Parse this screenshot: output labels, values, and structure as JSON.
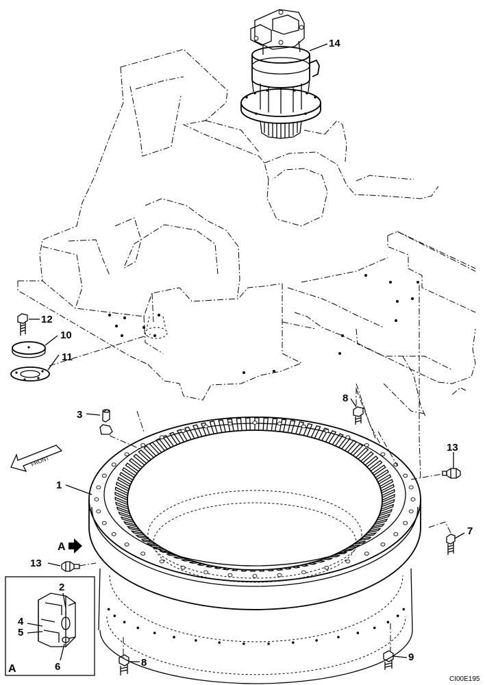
{
  "callouts": {
    "c1": "1",
    "c2": "2",
    "c3": "3",
    "c4": "4",
    "c5": "5",
    "c6": "6",
    "c7": "7",
    "c8a": "8",
    "c8b": "8",
    "c9": "9",
    "c10": "10",
    "c11": "11",
    "c12": "12",
    "c13a": "13",
    "c13b": "13",
    "c14": "14"
  },
  "view_marker": "A",
  "detail_view_label": "A",
  "front_label": "FRONT",
  "drawing_code": "CI00E195"
}
